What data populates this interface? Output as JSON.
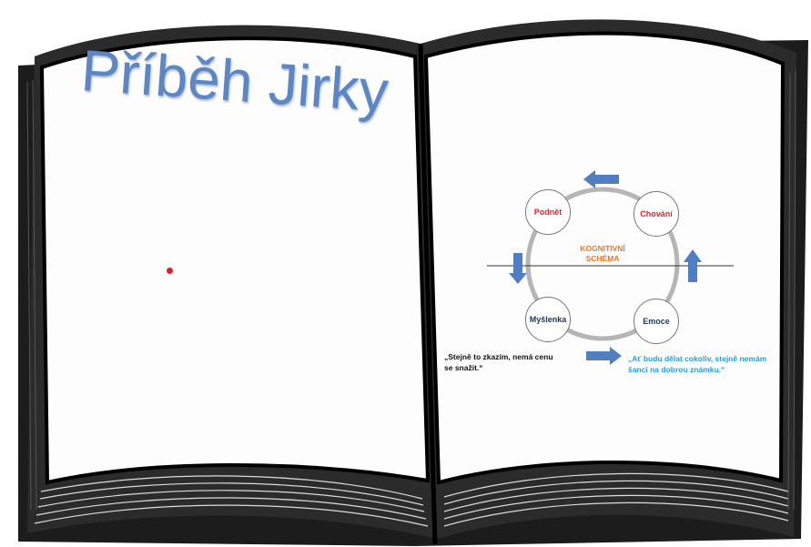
{
  "title": "Příběh Jirky",
  "diagram": {
    "center_label_line1": "KOGNITIVNÍ",
    "center_label_line2": "SCHÉMA",
    "nodes": {
      "podnet": "Podnět",
      "chovani": "Chování",
      "myslenka": "Myšlenka",
      "emoce": "Emoce"
    },
    "quote_left": "„Stejně to zkazím, nemá cenu se snažit.“",
    "quote_right": "„Ať budu dělat cokoliv, stejně nemám šanci na dobrou známku.“"
  },
  "colors": {
    "title": "#5b87c6",
    "arrow": "#4f7fc1",
    "center_label": "#e8782a",
    "node_podnet": "#e0252b",
    "node_chovani": "#e0252b",
    "node_myslenka": "#1f3864",
    "node_emoce": "#1f3864",
    "quote_right": "#1aa3e0",
    "cycle_ring": "#b5b5b5",
    "red_dot": "#e02020"
  }
}
